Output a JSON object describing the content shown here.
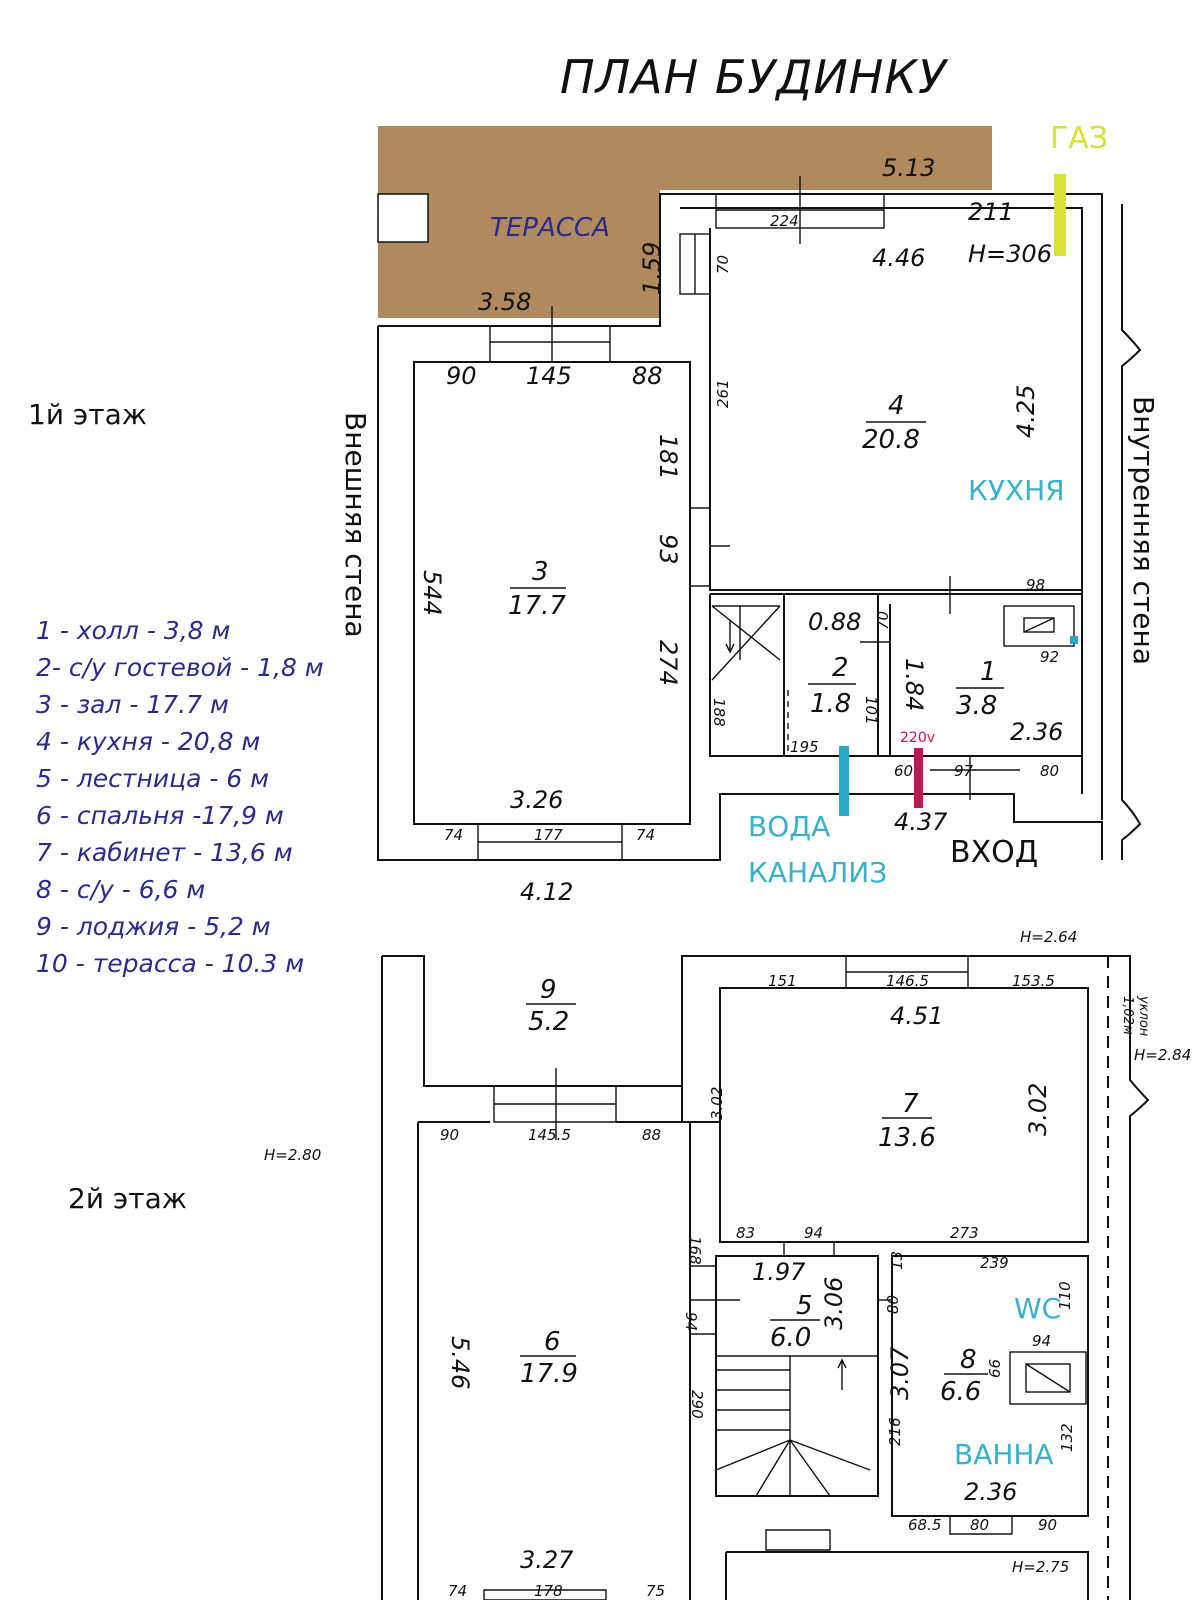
{
  "title": "ПЛАН БУДИНКУ",
  "floor1_label": "1й этаж",
  "floor2_label": "2й этаж",
  "legend": [
    "1 - холл - 3,8 м",
    "2- с/у гостевой - 1,8 м",
    "3 - зал - 17.7 м",
    "4 - кухня  - 20,8 м",
    "5 - лестница - 6 м",
    "6 - спальня -17,9 м",
    "7 - кабинет - 13,6 м",
    "8 - с/у - 6,6 м",
    "9 - лоджия - 5,2 м",
    "10 - терасса - 10.3 м"
  ],
  "labels": {
    "terrace": "ТЕРАССА",
    "outer_wall": "Внешняя стена",
    "inner_wall": "Внутренняя стена",
    "gas": "ГАЗ",
    "kitchen": "КУХНЯ",
    "water": "ВОДА",
    "sewer": "КАНАЛИЗ",
    "entrance": "ВХОД",
    "voltage": "220v",
    "wc": "WC",
    "bath": "ВАННА",
    "slope": "уклон",
    "slope_val": "1,02м"
  },
  "rooms": {
    "r1": {
      "num": "1",
      "area": "3.8"
    },
    "r2": {
      "num": "2",
      "area": "1.8"
    },
    "r3": {
      "num": "3",
      "area": "17.7"
    },
    "r4": {
      "num": "4",
      "area": "20.8"
    },
    "r5": {
      "num": "5",
      "area": "6.0"
    },
    "r6": {
      "num": "6",
      "area": "17.9"
    },
    "r7": {
      "num": "7",
      "area": "13.6"
    },
    "r8": {
      "num": "8",
      "area": "6.6"
    },
    "r9": {
      "num": "9",
      "area": "5.2"
    }
  },
  "dims": {
    "d_513": "5.13",
    "d_211": "211",
    "d_224": "224",
    "d_h306": "H=306",
    "d_446": "4.46",
    "d_159": "1.59",
    "d_358": "3.58",
    "d_70a": "70",
    "d_90a": "90",
    "d_145": "145",
    "d_88a": "88",
    "d_261": "261",
    "d_181": "181",
    "d_93": "93",
    "d_274": "274",
    "d_544": "544",
    "d_326": "3.26",
    "d_74a": "74",
    "d_177": "177",
    "d_74b": "74",
    "d_412": "4.12",
    "d_425": "4.25",
    "d_98": "98",
    "d_088": "0.88",
    "d_70b": "70",
    "d_92": "92",
    "d_184": "1.84",
    "d_101": "101",
    "d_188": "188",
    "d_195": "195",
    "d_236a": "2.36",
    "d_60": "60",
    "d_97": "97",
    "d_80a": "80",
    "d_437": "4.37",
    "d_h264": "H=2.64",
    "d_h284": "H=2.84",
    "d_h280": "H=2.80",
    "d_151": "151",
    "d_1465": "146.5",
    "d_1535": "153.5",
    "d_451": "4.51",
    "d_302a": "3.02",
    "d_302b": "3.02",
    "d_90b": "90",
    "d_1455": "145.5",
    "d_88b": "88",
    "d_168": "168",
    "d_83": "83",
    "d_94a": "94",
    "d_273": "273",
    "d_197": "1.97",
    "d_306": "3.06",
    "d_13": "13",
    "d_239": "239",
    "d_80b": "80",
    "d_110": "110",
    "d_94b": "94",
    "d_94c": "94",
    "d_66": "66",
    "d_307": "3.07",
    "d_216": "216",
    "d_132": "132",
    "d_236b": "2.36",
    "d_546": "5.46",
    "d_290": "290",
    "d_327": "3.27",
    "d_685": "68.5",
    "d_80c": "80",
    "d_90c": "90",
    "d_h275": "H=2.75",
    "d_74c": "74",
    "d_178": "178",
    "d_75": "75"
  },
  "colors": {
    "terrace": "#b08a5e",
    "gas": "#d6e23a",
    "water": "#2aa7c9",
    "electric": "#c4154e",
    "legend": "#2b2b8c",
    "accent_text": "#3ab1c8"
  }
}
